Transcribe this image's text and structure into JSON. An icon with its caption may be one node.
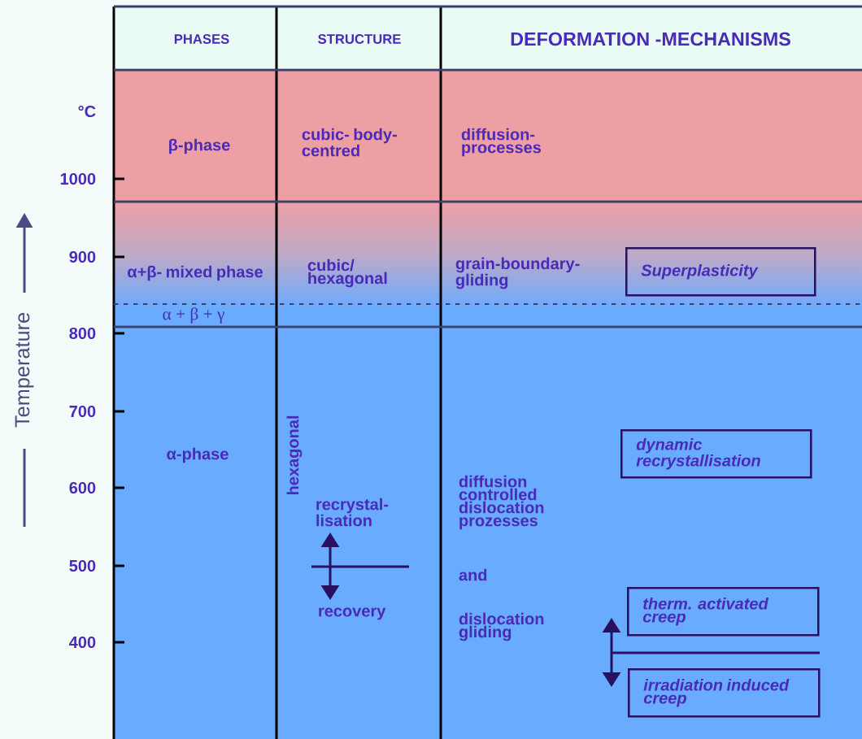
{
  "diagram": {
    "nodes": [
      {
        "text": [
          "Superplasticity"
        ]
      },
      {
        "text": [
          "dynamic recrystallisation"
        ]
      },
      {
        "text": [
          "therm. activated creep"
        ]
      },
      {
        "text": [
          "irradiation induced creep"
        ]
      }
    ],
    "labels": [
      "PHASES",
      "STRUCTURE",
      "DEFORMATION -MECHANISMS",
      "°C",
      "β-phase",
      "cubic- body-centred",
      "diffusion- processes",
      "1000",
      "900",
      "α+β- mixed phase",
      "cubic/ hexagonal",
      "grain-boundary- gliding",
      "α + β + γ",
      "800",
      "700",
      "Temperature",
      "α-phase",
      "hexagonal",
      "600",
      "diffusion controlled dislocation prozesses",
      "recrystal- lisation",
      "500",
      "and",
      "recovery",
      "dislocation gliding",
      "400"
    ]
  }
}
